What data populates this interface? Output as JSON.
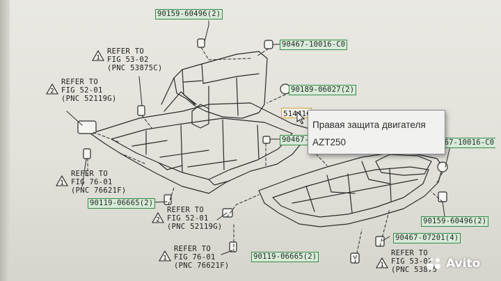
{
  "part_numbers": [
    "90159-60496(2)",
    "90467-10016-C0",
    "90189-06027(2)",
    "90467-",
    "90119-06665(2)",
    "90119-06665(2)",
    "90467-10016-C0",
    "90159-60496(2)",
    "90467-07201(4)"
  ],
  "refs": [
    {
      "l1": "REFER TO",
      "l2": "FIG 53-02",
      "l3": "(PNC 53875C)"
    },
    {
      "l1": "REFER TO",
      "l2": "FIG 52-01",
      "l3": "(PNC 52119G)"
    },
    {
      "l1": "REFER TO",
      "l2": "FIG 76-01",
      "l3": "(PNC 76621F)"
    },
    {
      "l1": "REFER TO",
      "l2": "FIG 52-01",
      "l3": "(PNC 52119G)"
    },
    {
      "l1": "REFER TO",
      "l2": "FIG 76-01",
      "l3": "(PNC 76621F)"
    },
    {
      "l1": "REFER TO",
      "l2": "FIG 53-02",
      "l3": "(PNC 53875"
    }
  ],
  "warn_numbers": [
    "1",
    "2",
    "1",
    "2",
    "1",
    "1"
  ],
  "highlighted_part": "51441C",
  "tooltip": {
    "line1": "Правая защита двигателя",
    "line2": "AZT250"
  },
  "watermark": "Avito",
  "colors": {
    "label_border": "#2f8a45",
    "label_fill": "#d8ead8",
    "highlight_border": "#d9a52a",
    "tooltip_bg": "#f1f1f0"
  }
}
